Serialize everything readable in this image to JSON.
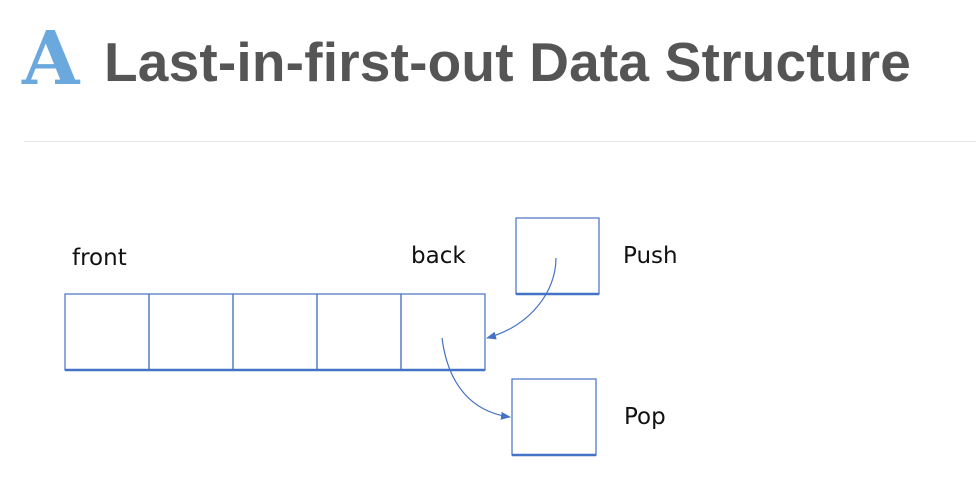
{
  "header": {
    "logo_icon": "letter-a-logo",
    "logo_letter": "A",
    "title": "Last-in-first-out Data Structure"
  },
  "diagram": {
    "labels": {
      "front": "front",
      "back": "back",
      "push": "Push",
      "pop": "Pop"
    },
    "cell_count": 5,
    "colors": {
      "box_stroke": "#4472c4",
      "title_text": "#555555",
      "logo": "#6aa8de"
    }
  }
}
